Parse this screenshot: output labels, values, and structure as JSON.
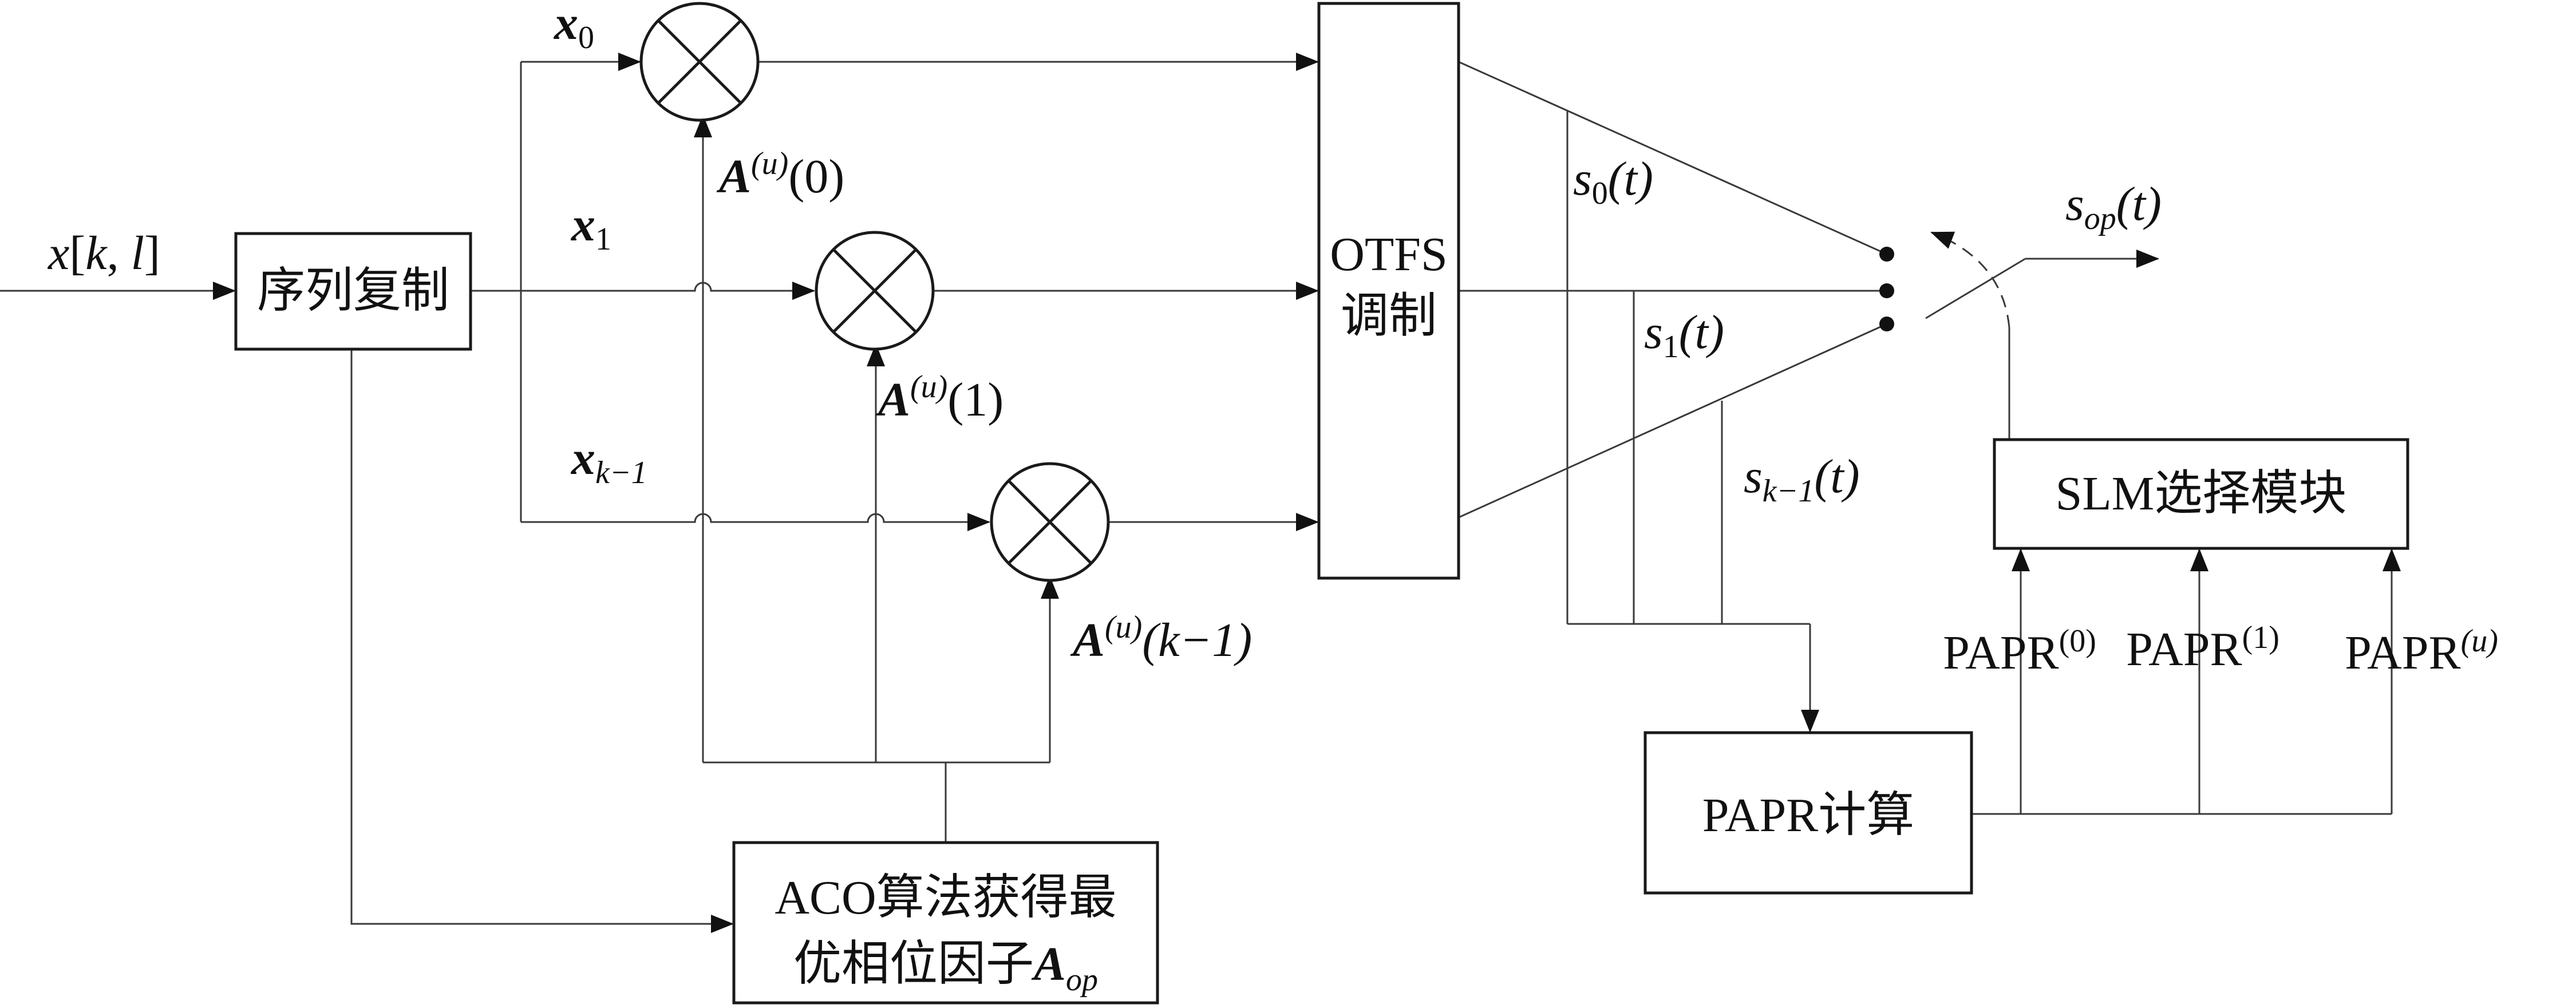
{
  "input": {
    "var": "x",
    "k": "k",
    "l": "l"
  },
  "blocks": {
    "seq_copy": "序列复制",
    "otfs_line1": "OTFS",
    "otfs_line2": "调制",
    "slm": "SLM选择模块",
    "papr_calc": "PAPR计算",
    "aco_line1": "ACO算法获得最",
    "aco_line2": "优相位因子",
    "aco_var": "A",
    "aco_sub": "op"
  },
  "branches": [
    {
      "x_var": "x",
      "x_sub": "0",
      "a_var": "A",
      "a_sup": "(u)",
      "a_arg": "(0)",
      "s_var": "s",
      "s_sub": "0",
      "s_arg": "(t)"
    },
    {
      "x_var": "x",
      "x_sub": "1",
      "a_var": "A",
      "a_sup": "(u)",
      "a_arg": "(1)",
      "s_var": "s",
      "s_sub": "1",
      "s_arg": "(t)"
    },
    {
      "x_var": "x",
      "x_sub": "k−1",
      "a_var": "A",
      "a_sup": "(u)",
      "a_arg": "(k−1)",
      "s_var": "s",
      "s_sub": "k−1",
      "s_arg": "(t)"
    }
  ],
  "output": {
    "var": "s",
    "sub": "op",
    "arg": "(t)"
  },
  "papr_labels": [
    {
      "base": "PAPR",
      "sup": "(0)"
    },
    {
      "base": "PAPR",
      "sup": "(1)"
    },
    {
      "base": "PAPR",
      "sup": "(u)"
    }
  ]
}
